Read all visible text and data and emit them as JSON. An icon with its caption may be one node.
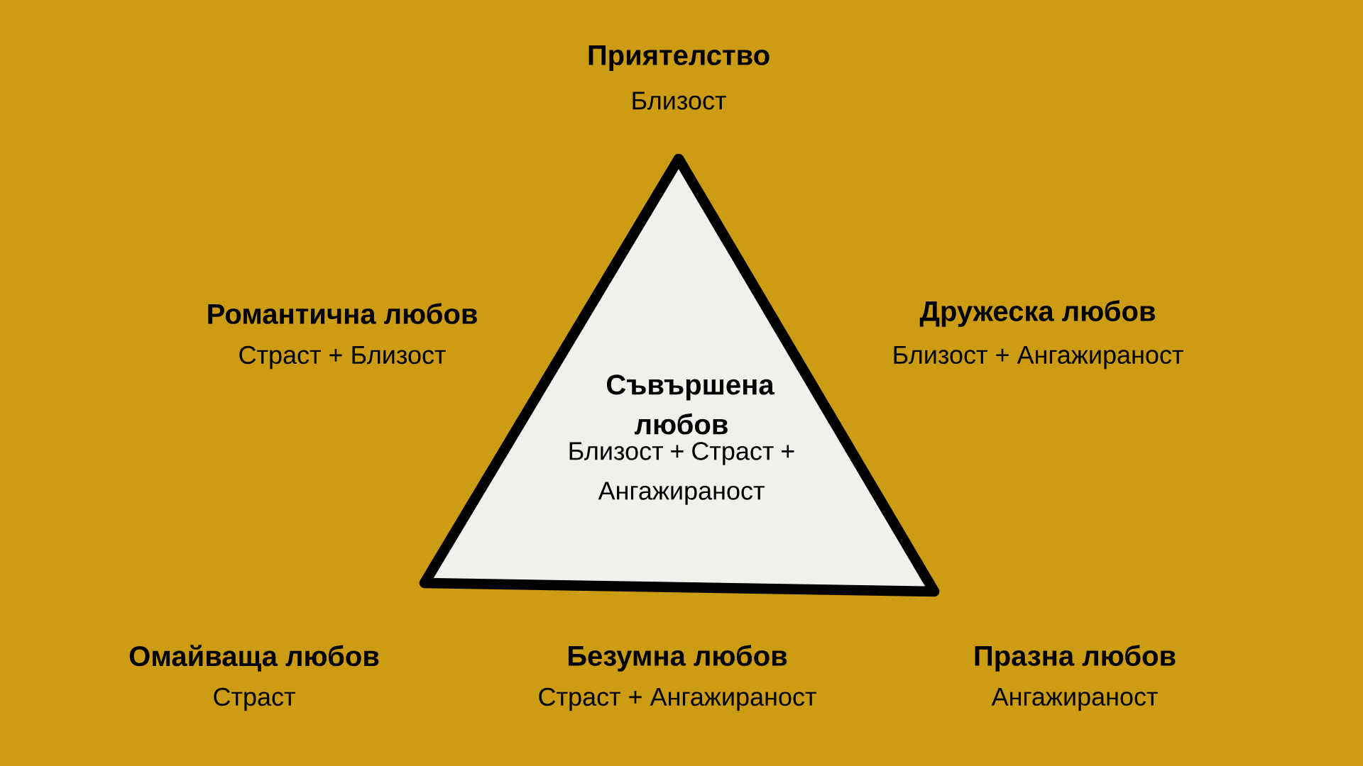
{
  "diagram": {
    "nodes": [
      {
        "text": [
          "Съвършена любов",
          "Близост + Страст + Ангажираност"
        ]
      }
    ],
    "labels": [
      "Приятелство",
      "Близост",
      "Романтична любов",
      "Страст + Близост",
      "Дружеска любов",
      "Близост + Ангажираност",
      "Омайваща любов",
      "Страст",
      "Безумна любов",
      "Страст + Ангажираност",
      "Празна любов",
      "Ангажираност"
    ]
  }
}
